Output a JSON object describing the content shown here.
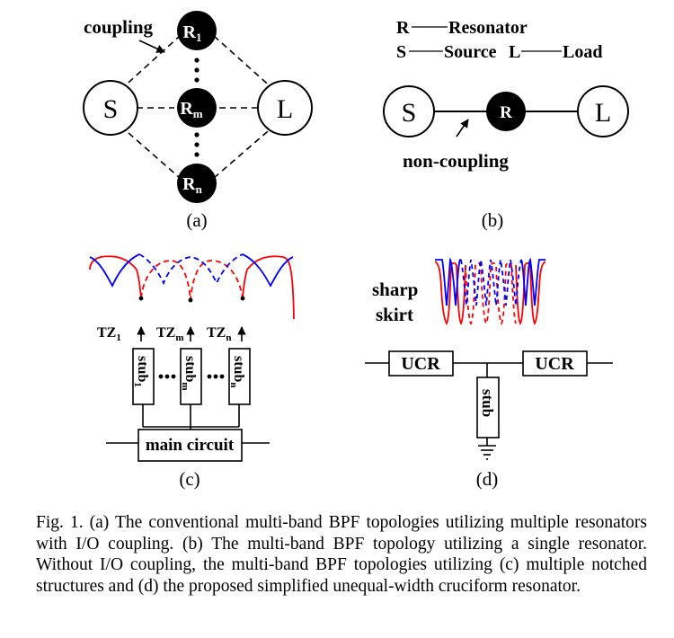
{
  "panel_a": {
    "coupling_label": "coupling",
    "source_label": "S",
    "load_label": "L",
    "resonator_1": {
      "base": "R",
      "sub": "1"
    },
    "resonator_m": {
      "base": "R",
      "sub": "m"
    },
    "resonator_n": {
      "base": "R",
      "sub": "n"
    },
    "panel_label": "(a)"
  },
  "panel_b": {
    "legend_r_letter": "R",
    "legend_r_text": "Resonator",
    "legend_s_letter": "S",
    "legend_s_text": "Source",
    "legend_l_letter": "L",
    "legend_l_text": "Load",
    "source_label": "S",
    "resonator_label": "R",
    "load_label": "L",
    "non_coupling_label": "non-coupling",
    "panel_label": "(b)"
  },
  "panel_c": {
    "tz_1": {
      "base": "TZ",
      "sub": "1"
    },
    "tz_m": {
      "base": "TZ",
      "sub": "m"
    },
    "tz_n": {
      "base": "TZ",
      "sub": "n"
    },
    "stub_1": {
      "base": "stub",
      "sub": "1"
    },
    "stub_m": {
      "base": "stub",
      "sub": "m"
    },
    "stub_n": {
      "base": "stub",
      "sub": "n"
    },
    "main_circuit_label": "main circuit",
    "panel_label": "(c)"
  },
  "panel_d": {
    "sharp_label": "sharp",
    "skirt_label": "skirt",
    "ucr_left_label": "UCR",
    "ucr_right_label": "UCR",
    "stub_label": "stub",
    "panel_label": "(d)"
  },
  "colors": {
    "red_response": "#ff0000",
    "blue_response": "#0000ff",
    "line": "#000000"
  },
  "caption": {
    "text": "Fig. 1. (a) The conventional multi-band BPF topologies utilizing multiple resonators with I/O coupling. (b) The multi-band BPF topology utilizing a single resonator. Without I/O coupling, the multi-band BPF topologies utilizing (c) multiple notched structures and (d) the proposed simplified unequal-width cruciform resonator."
  }
}
